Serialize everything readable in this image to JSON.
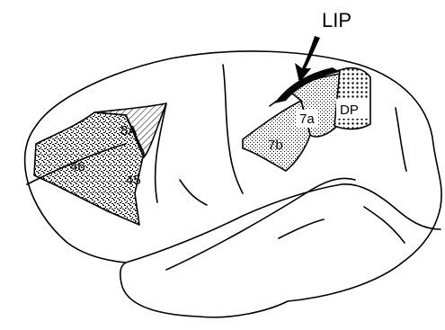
{
  "callout": {
    "label": "LIP"
  },
  "areas": {
    "a8A": "8A",
    "a46": "46",
    "a45": "45",
    "a7a": "7a",
    "a7b": "7b",
    "aDP": "DP"
  },
  "colors": {
    "ink": "#000000",
    "background": "#ffffff"
  }
}
